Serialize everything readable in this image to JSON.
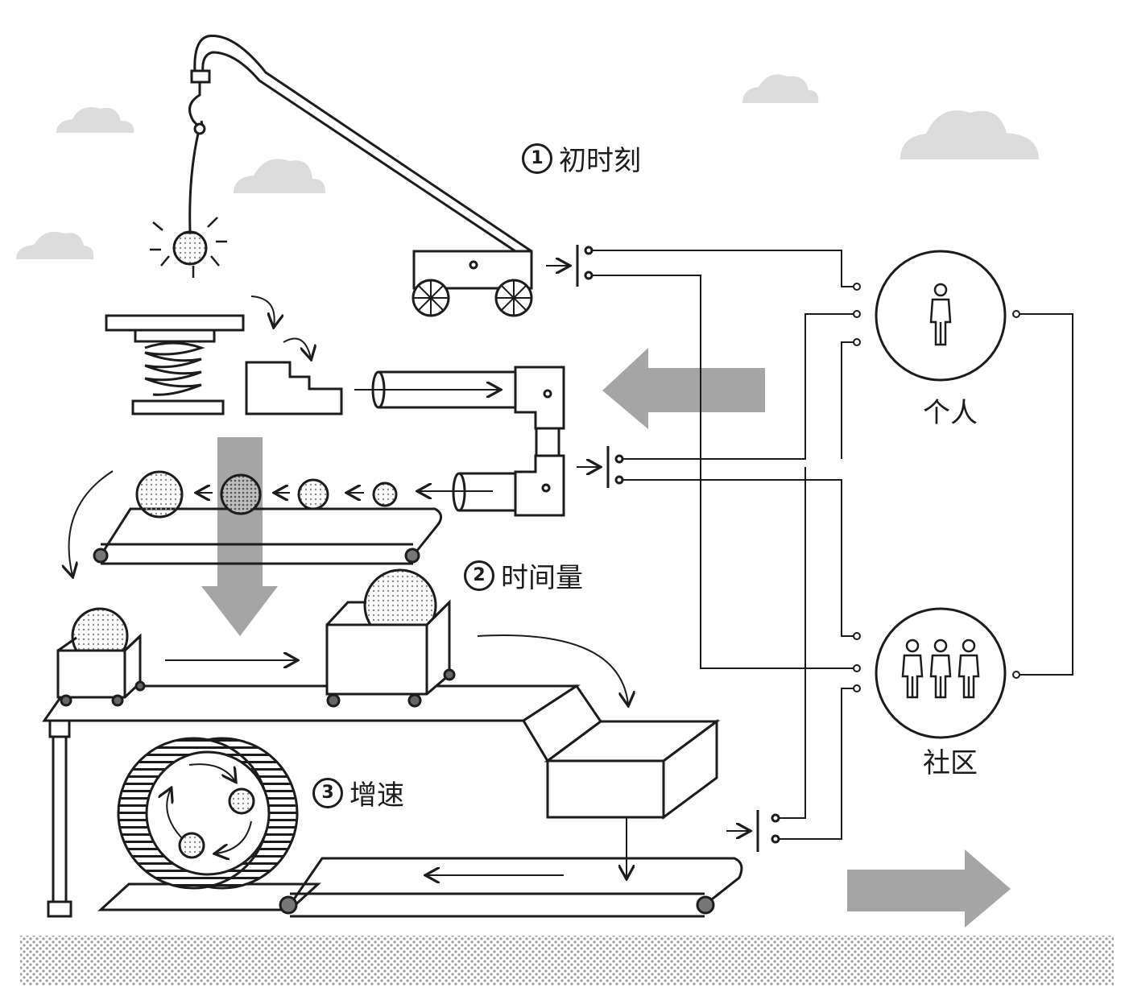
{
  "stages": [
    {
      "num": "1",
      "label": "初时刻"
    },
    {
      "num": "2",
      "label": "时间量"
    },
    {
      "num": "3",
      "label": "增速"
    }
  ],
  "nodes": {
    "individual": "个人",
    "community": "社区"
  },
  "colors": {
    "line": "#1c1c1c",
    "cloud": "#dcdcdc",
    "arrow": "#a5a5a5",
    "dots": "#8c8c8c"
  },
  "icons": [
    "crane-icon",
    "lightbulb-icon",
    "spring-icon",
    "stairs-icon",
    "pipe-icon",
    "conveyor-belt-icon",
    "ball-icon",
    "cart-icon",
    "hamster-wheel-icon",
    "box-icon",
    "switch-icon",
    "person-icon",
    "group-icon",
    "cloud-icon",
    "block-arrow-icon"
  ]
}
